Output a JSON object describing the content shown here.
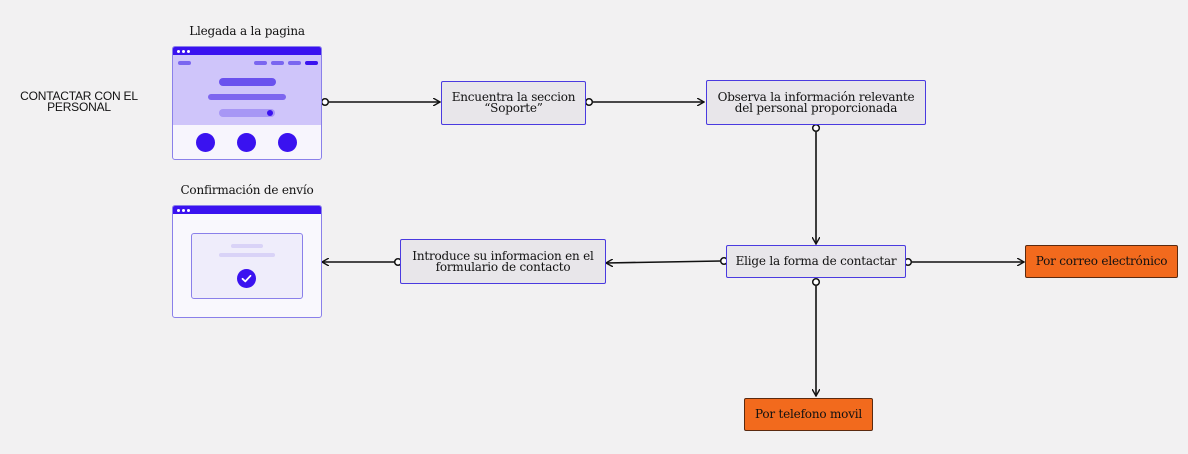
{
  "title": "CONTACTAR CON EL PERSONAL",
  "frames": {
    "arrival_label": "Llegada a la pagina",
    "confirm_label": "Confirmación de envío"
  },
  "steps": {
    "support": "Encuentra la seccion “Soporte”",
    "observe": "Observa la información relevante del personal proporcionada",
    "choose": "Elige la forma de contactar",
    "form": "Introduce su informacion en el formulario de contacto",
    "email": "Por correo electrónico",
    "phone": "Por telefono movil"
  },
  "colors": {
    "accent": "#3a12f0",
    "step_fill": "#e8e6ea",
    "option_fill": "#f26a1d"
  }
}
